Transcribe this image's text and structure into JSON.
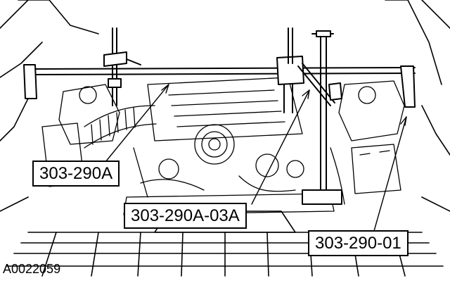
{
  "diagram": {
    "callouts": [
      {
        "id": "303-290A",
        "label": "303-290A"
      },
      {
        "id": "303-290A-03A",
        "label": "303-290A-03A"
      },
      {
        "id": "303-290-01",
        "label": "303-290-01"
      }
    ],
    "figure_id": "A0022059",
    "ink_color": "#000000",
    "paper_color": "#ffffff"
  }
}
